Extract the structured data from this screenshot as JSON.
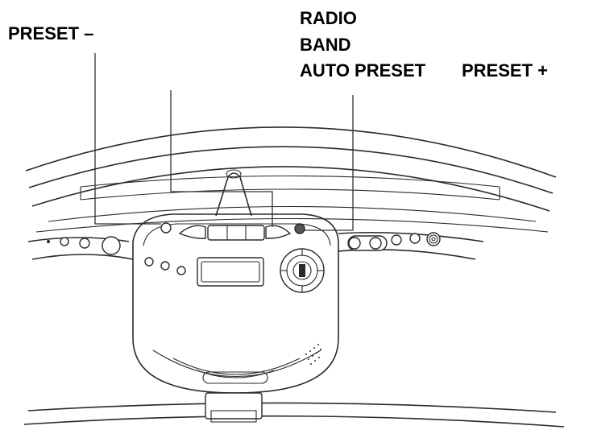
{
  "labels": {
    "preset_minus": "PRESET –",
    "radio": "RADIO",
    "band": "BAND",
    "auto_preset": "AUTO PRESET",
    "preset_plus": "PRESET +"
  }
}
